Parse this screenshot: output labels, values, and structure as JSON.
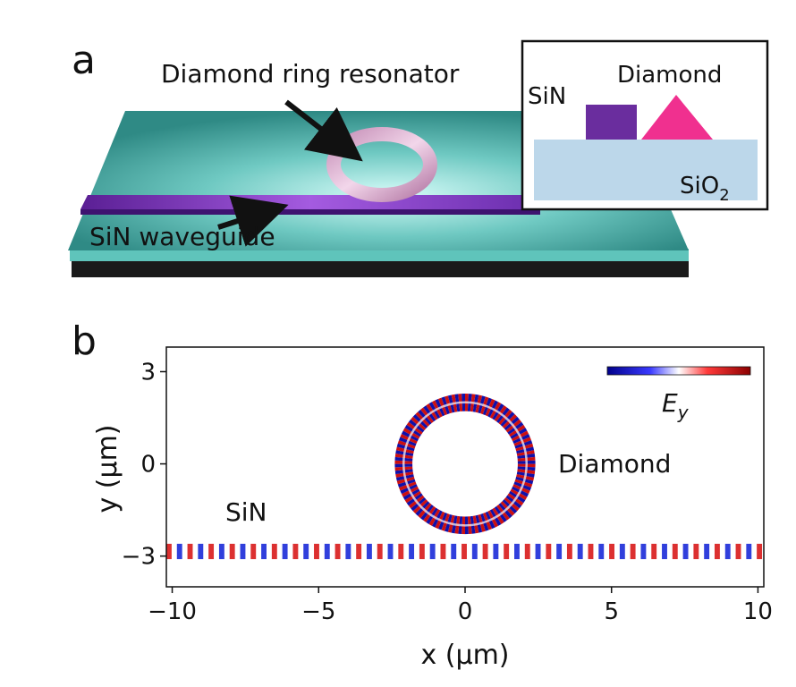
{
  "panel_a": {
    "letter": "a",
    "ring_label": "Diamond ring resonator",
    "waveguide_label": "SiN waveguide",
    "inset": {
      "sin_label": "SiN",
      "diamond_label": "Diamond",
      "substrate_label": "SiO",
      "substrate_sub": "2",
      "colors": {
        "sin": "#6a2d9e",
        "diamond": "#f0308f",
        "substrate": "#bcd7ea"
      }
    },
    "colors": {
      "slab_top": "#3fa7a0",
      "slab_glow": "#c8f5f2",
      "waveguide": "#8a3fcc",
      "base": "#1a1a1a"
    }
  },
  "panel_b": {
    "letter": "b",
    "sin_label": "SiN",
    "diamond_label": "Diamond",
    "colorbar_label": "E",
    "colorbar_sub": "y",
    "colormap": [
      "#00008b",
      "#ffffff",
      "#8b0000"
    ]
  },
  "chart_data": {
    "type": "heatmap",
    "title": "",
    "xlabel": "x (μm)",
    "ylabel": "y (μm)",
    "xlim": [
      -10.2,
      10.2
    ],
    "ylim": [
      -4.0,
      3.8
    ],
    "xticks": [
      -10,
      -5,
      0,
      5,
      10
    ],
    "xtick_labels": [
      "−10",
      "−5",
      "0",
      "5",
      "10"
    ],
    "yticks": [
      3,
      0,
      -3
    ],
    "ytick_labels": [
      "3",
      "0",
      "−3"
    ],
    "ring": {
      "center": [
        0,
        0
      ],
      "inner_radius": 1.8,
      "outer_radius": 2.4,
      "fringes": 64
    },
    "waveguide": {
      "y_center": -2.85,
      "half_width": 0.25,
      "x_range": [
        -10.2,
        10.2
      ],
      "period": 0.36
    }
  }
}
